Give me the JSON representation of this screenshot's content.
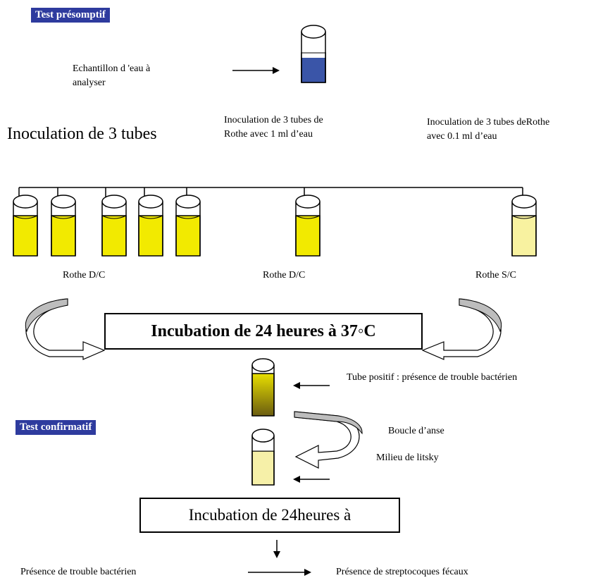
{
  "sections": {
    "presumptive": "Test présomptif",
    "confirmative": "Test confirmatif"
  },
  "labels": {
    "sample": "Echantillon d 'eau à\nanalyser",
    "inoc_1ml": "Inoculation de 3 tubes de\nRothe avec 1 ml d’eau",
    "inoc_01ml": "Inoculation de 3 tubes deRothe\navec 0.1 ml d’eau",
    "inoc_big": "Inoculation de 3 tubes",
    "rothe_dc_left": "Rothe D/C",
    "rothe_dc_mid": "Rothe D/C",
    "rothe_sc": "Rothe S/C",
    "incubation_1": "Incubation de 24 heures à 37◦C",
    "positive_tube": "Tube positif : présence de trouble  bactérien",
    "loop": "Boucle d’anse",
    "litsky": "Milieu de litsky",
    "incubation_2": "Incubation  de  24heures  à",
    "trouble": "Présence de trouble bactérien",
    "streptococci": "Présence de streptocoques fécaux"
  },
  "colors": {
    "badge": "#2e3b9e",
    "sample_liquid": "#3a55a8",
    "rothe_dc": "#f2ea00",
    "rothe_sc": "#f8f2a0",
    "litsky": "#f6f0a8",
    "positive_top": "#e8df00",
    "positive_bottom": "#6a5c10"
  }
}
